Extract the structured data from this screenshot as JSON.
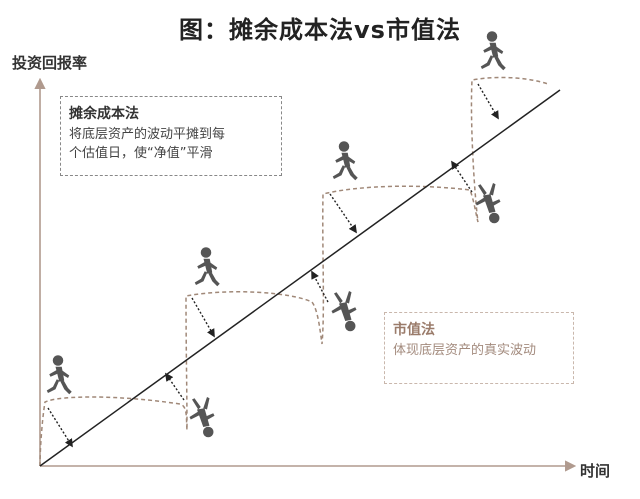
{
  "title": "图：摊余成本法vs市值法",
  "y_axis_label": "投资回报率",
  "x_axis_label": "时间",
  "amortized_box": {
    "title": "摊余成本法",
    "text": "将底层资产的波动平摊到每\n个估值日，使“净值”平滑"
  },
  "market_box": {
    "title": "市值法",
    "text": "体现底层资产的真实波动"
  },
  "colors": {
    "axis": "#b09a8e",
    "trend_line": "#222222",
    "wave": "#a08878",
    "arrow": "#222222",
    "figure": "#555555",
    "amortized_border": "#888888",
    "market_border": "#c9b7ac",
    "market_text": "#a38b7e"
  },
  "icons": [
    "runner-icon",
    "falling-person-icon"
  ]
}
